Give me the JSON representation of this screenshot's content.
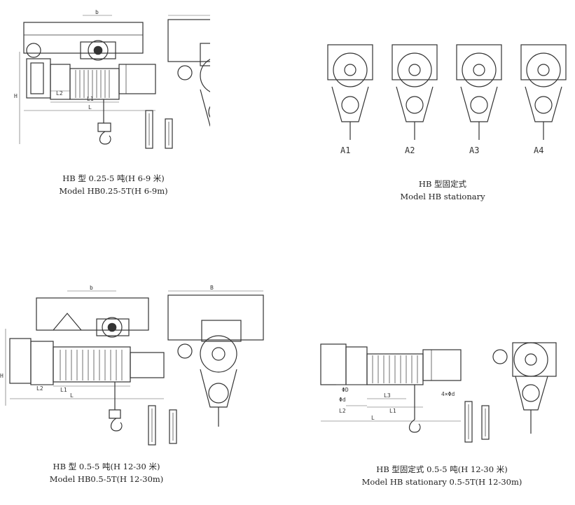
{
  "captions": {
    "tl_cn": "HB 型 0.25-5 吨(H 6-9 米)",
    "tl_en": "Model HB0.25-5T(H 6-9m)",
    "tr_cn": "HB 型固定式",
    "tr_en": "Model HB stationary",
    "bl_cn": "HB 型 0.5-5 吨(H 12-30 米)",
    "bl_en": "Model HB0.5-5T(H 12-30m)",
    "br_cn": "HB 型固定式 0.5-5 吨(H 12-30 米)",
    "br_en": "Model HB stationary 0.5-5T(H 12-30m)"
  },
  "variant_labels": [
    "A1",
    "A2",
    "A3",
    "A4"
  ],
  "dims": {
    "b": "b",
    "B": "B",
    "H": "H",
    "L": "L",
    "L1": "L1",
    "L2": "L2",
    "L3": "L3",
    "phi_d": "Φd",
    "phi_D": "ΦD",
    "n_phi_d": "4×Φd"
  }
}
